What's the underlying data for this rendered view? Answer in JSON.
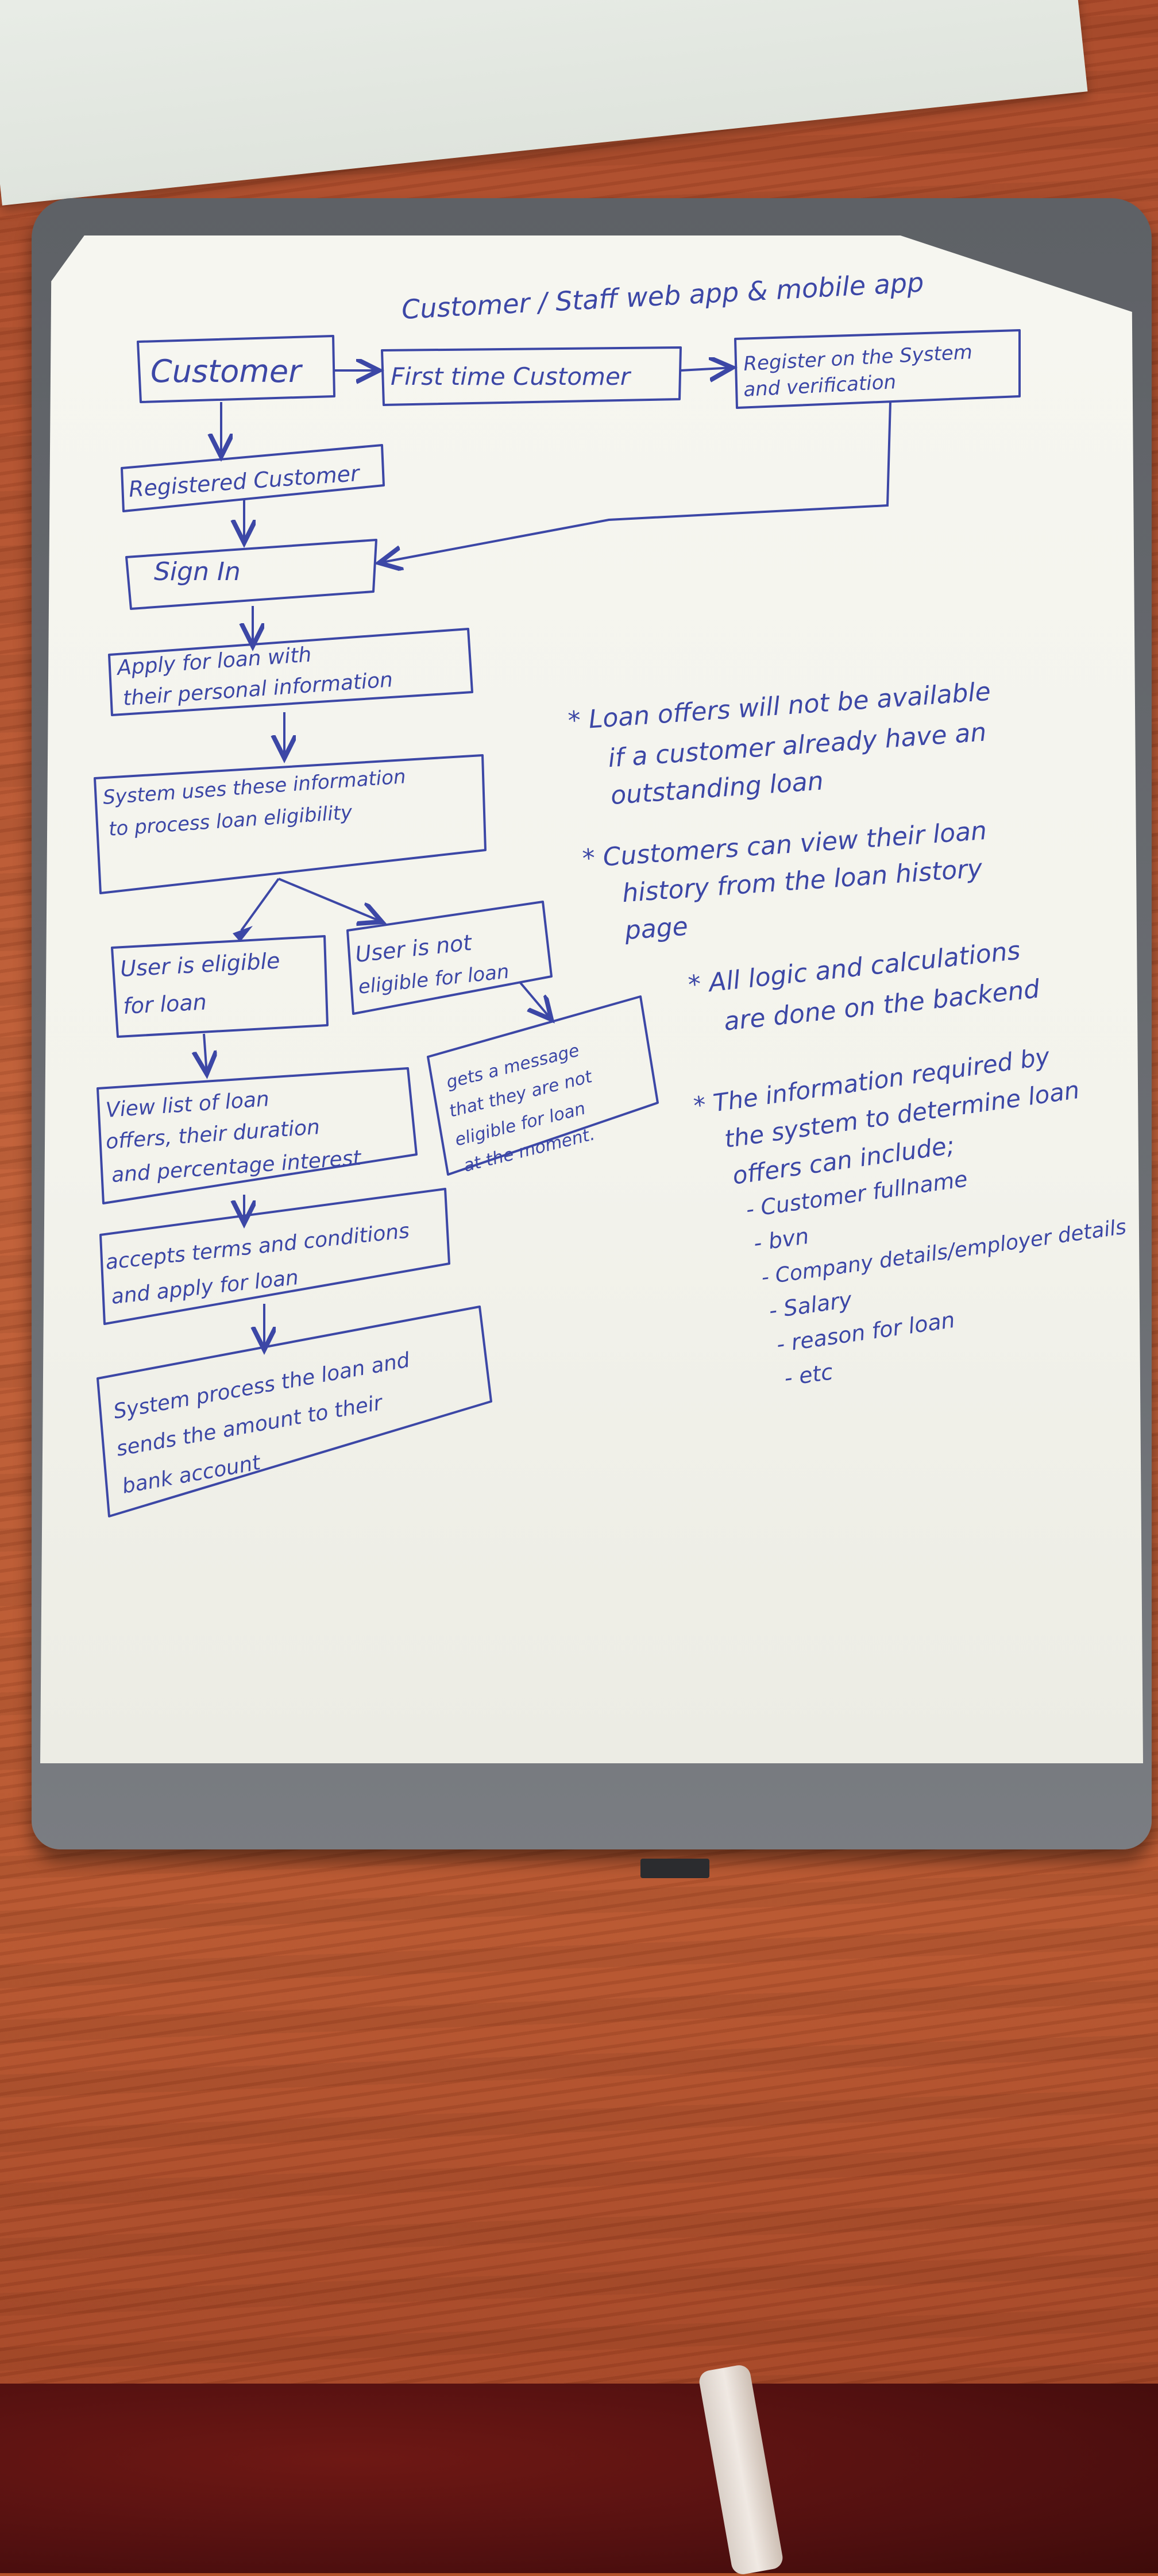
{
  "title": "Customer / Staff web app & mobile app",
  "flow": {
    "customer": "Customer",
    "first_time": "First time Customer",
    "register": [
      "Register on the System",
      "and verification"
    ],
    "registered": "Registered Customer",
    "sign_in": "Sign In",
    "apply": [
      "Apply for loan with",
      "their personal information"
    ],
    "system_uses": [
      "System uses these information",
      "to process loan eligibility"
    ],
    "eligible": [
      "User is eligible",
      "for loan"
    ],
    "not_eligible": [
      "User is not",
      "eligible for loan"
    ],
    "message": [
      "gets a message",
      "that they are not",
      "eligible for loan",
      "at the moment."
    ],
    "view_offers": [
      "View list of loan",
      "offers, their duration",
      "and percentage interest"
    ],
    "accepts": [
      "accepts terms and conditions",
      "and apply for loan"
    ],
    "process": [
      "System process the loan and",
      "sends the amount to their",
      "bank account"
    ]
  },
  "notes": {
    "note1": [
      "* Loan offers will not be available",
      "if a customer already have an",
      "outstanding loan"
    ],
    "note2": [
      "* Customers can view their loan",
      "history from the loan history",
      "page"
    ],
    "note3": [
      "* All logic and calculations",
      "are done on the backend"
    ],
    "note4": [
      "* The information required by",
      "the system to determine loan",
      "offers can include;"
    ],
    "list": [
      "- Customer fullname",
      "- bvn",
      "- Company details/employer details",
      "- Salary",
      "- reason for loan",
      "- etc"
    ]
  },
  "colors": {
    "ink": "#3c47a6",
    "paper": "#f4f4ee",
    "table": "#b4532a",
    "laptop": "#65686d"
  }
}
